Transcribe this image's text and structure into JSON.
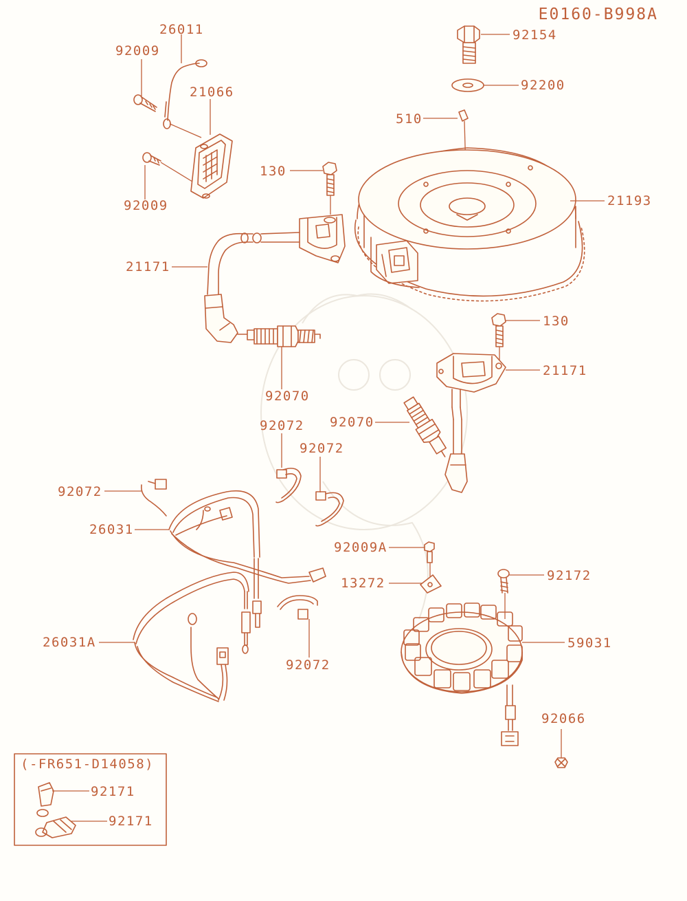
{
  "diagram_id": "E0160-B998A",
  "accent_color": "#c0603a",
  "background_color": "#fffefa",
  "labels": {
    "p26011": "26011",
    "p92009_top": "92009",
    "p21066": "21066",
    "p92009_bottom": "92009",
    "p92154": "92154",
    "p92200": "92200",
    "p510": "510",
    "p130_upper": "130",
    "p21193": "21193",
    "p21171_left": "21171",
    "p130_lower": "130",
    "p21171_right": "21171",
    "p92070_left": "92070",
    "p92070_right": "92070",
    "p92072_a": "92072",
    "p92072_b": "92072",
    "p92072_c": "92072",
    "p92072_d": "92072",
    "p26031": "26031",
    "p92009A": "92009A",
    "p13272": "13272",
    "p92172": "92172",
    "p26031A": "26031A",
    "p59031": "59031",
    "p92066": "92066"
  },
  "inset": {
    "title": "(-FR651-D14058)",
    "label_1": "92171",
    "label_2": "92171"
  }
}
